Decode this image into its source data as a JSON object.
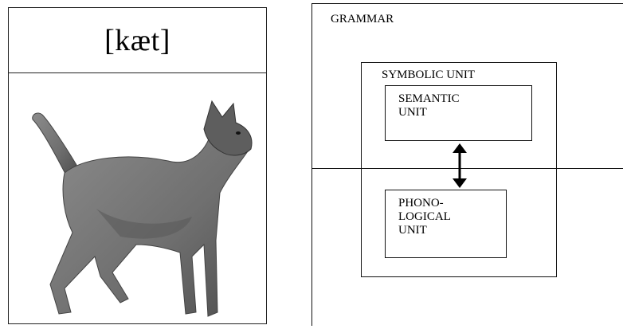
{
  "left": {
    "phonological_form": "[kæt]",
    "image_alt": "cat"
  },
  "right": {
    "grammar_label": "GRAMMAR",
    "symbolic_unit_label": "SYMBOLIC UNIT",
    "semantic_unit_label": "SEMANTIC\nUNIT",
    "phonological_unit_label": "PHONO-\nLOGICAL\nUNIT"
  },
  "colors": {
    "cat_fur": "#7a7a7a",
    "cat_shadow": "#4a4a4a",
    "lines": "#111111"
  }
}
